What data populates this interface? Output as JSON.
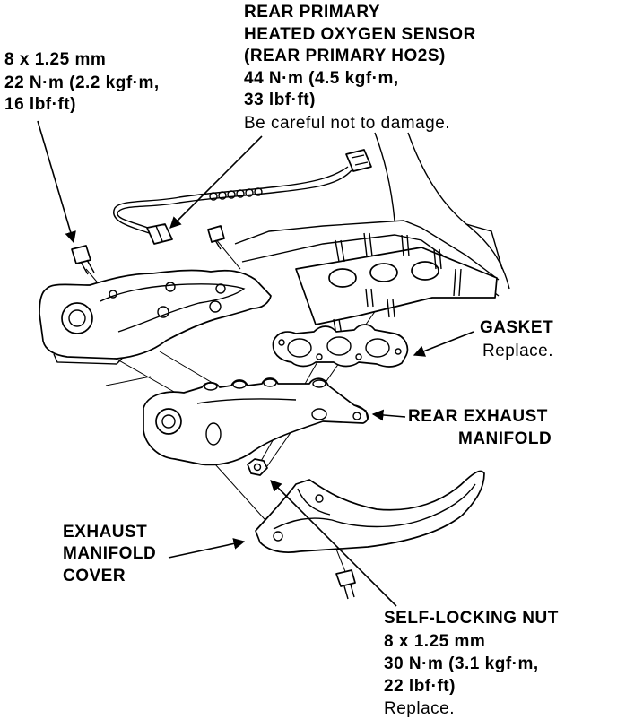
{
  "callouts": {
    "sensor": {
      "lines": [
        "REAR PRIMARY",
        "HEATED OXYGEN SENSOR",
        "(REAR PRIMARY HO2S)",
        "44 N·m (4.5 kgf·m,",
        "33 lbf·ft)",
        "Be careful not to damage."
      ]
    },
    "bolt": {
      "lines": [
        "8 x 1.25 mm",
        "22 N·m (2.2 kgf·m,",
        "16 lbf·ft)"
      ]
    },
    "gasket": {
      "lines": [
        "GASKET",
        "Replace."
      ]
    },
    "manifold": {
      "lines": [
        "REAR EXHAUST",
        "MANIFOLD"
      ]
    },
    "cover": {
      "lines": [
        "EXHAUST",
        "MANIFOLD",
        "COVER"
      ]
    },
    "nut": {
      "lines": [
        "SELF-LOCKING NUT",
        "8 x 1.25 mm",
        "30 N·m (3.1 kgf·m,",
        "22 lbf·ft)",
        "Replace."
      ]
    }
  },
  "colors": {
    "ink": "#000000",
    "background": "#ffffff"
  }
}
